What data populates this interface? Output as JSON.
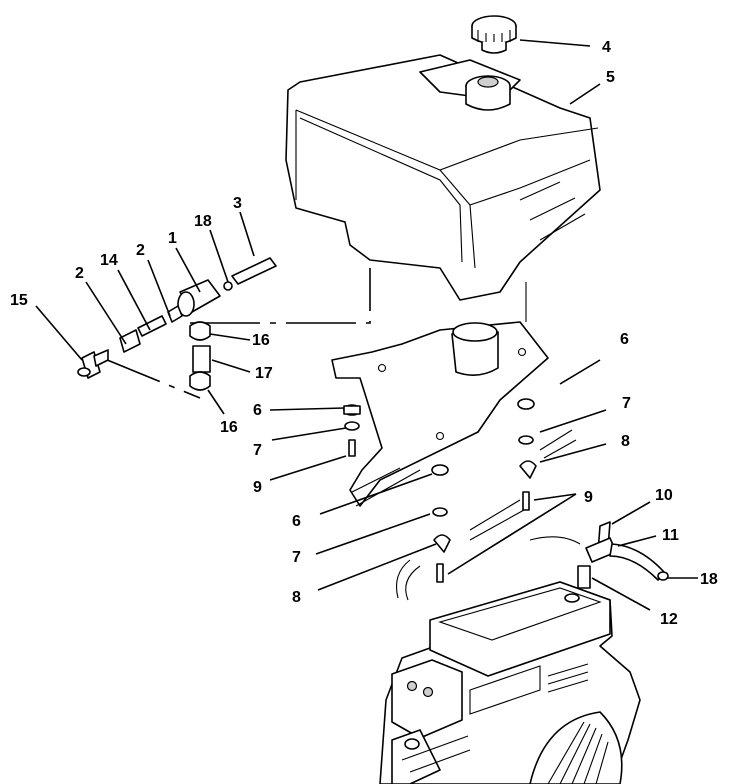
{
  "diagram": {
    "callouts": [
      {
        "id": "c4",
        "label": "4"
      },
      {
        "id": "c5",
        "label": "5"
      },
      {
        "id": "c18a",
        "label": "18"
      },
      {
        "id": "c3",
        "label": "3"
      },
      {
        "id": "c2a",
        "label": "2"
      },
      {
        "id": "c1",
        "label": "1"
      },
      {
        "id": "c14",
        "label": "14"
      },
      {
        "id": "c2b",
        "label": "2"
      },
      {
        "id": "c15",
        "label": "15"
      },
      {
        "id": "c16a",
        "label": "16"
      },
      {
        "id": "c17",
        "label": "17"
      },
      {
        "id": "c16b",
        "label": "16"
      },
      {
        "id": "c6a",
        "label": "6"
      },
      {
        "id": "c7a",
        "label": "7"
      },
      {
        "id": "c9a",
        "label": "9"
      },
      {
        "id": "c6b",
        "label": "6"
      },
      {
        "id": "c7b",
        "label": "7"
      },
      {
        "id": "c8a",
        "label": "8"
      },
      {
        "id": "c6c",
        "label": "6"
      },
      {
        "id": "c7c",
        "label": "7"
      },
      {
        "id": "c8b",
        "label": "8"
      },
      {
        "id": "c9b",
        "label": "9"
      },
      {
        "id": "c10",
        "label": "10"
      },
      {
        "id": "c11",
        "label": "11"
      },
      {
        "id": "c18b",
        "label": "18"
      },
      {
        "id": "c12",
        "label": "12"
      }
    ]
  }
}
